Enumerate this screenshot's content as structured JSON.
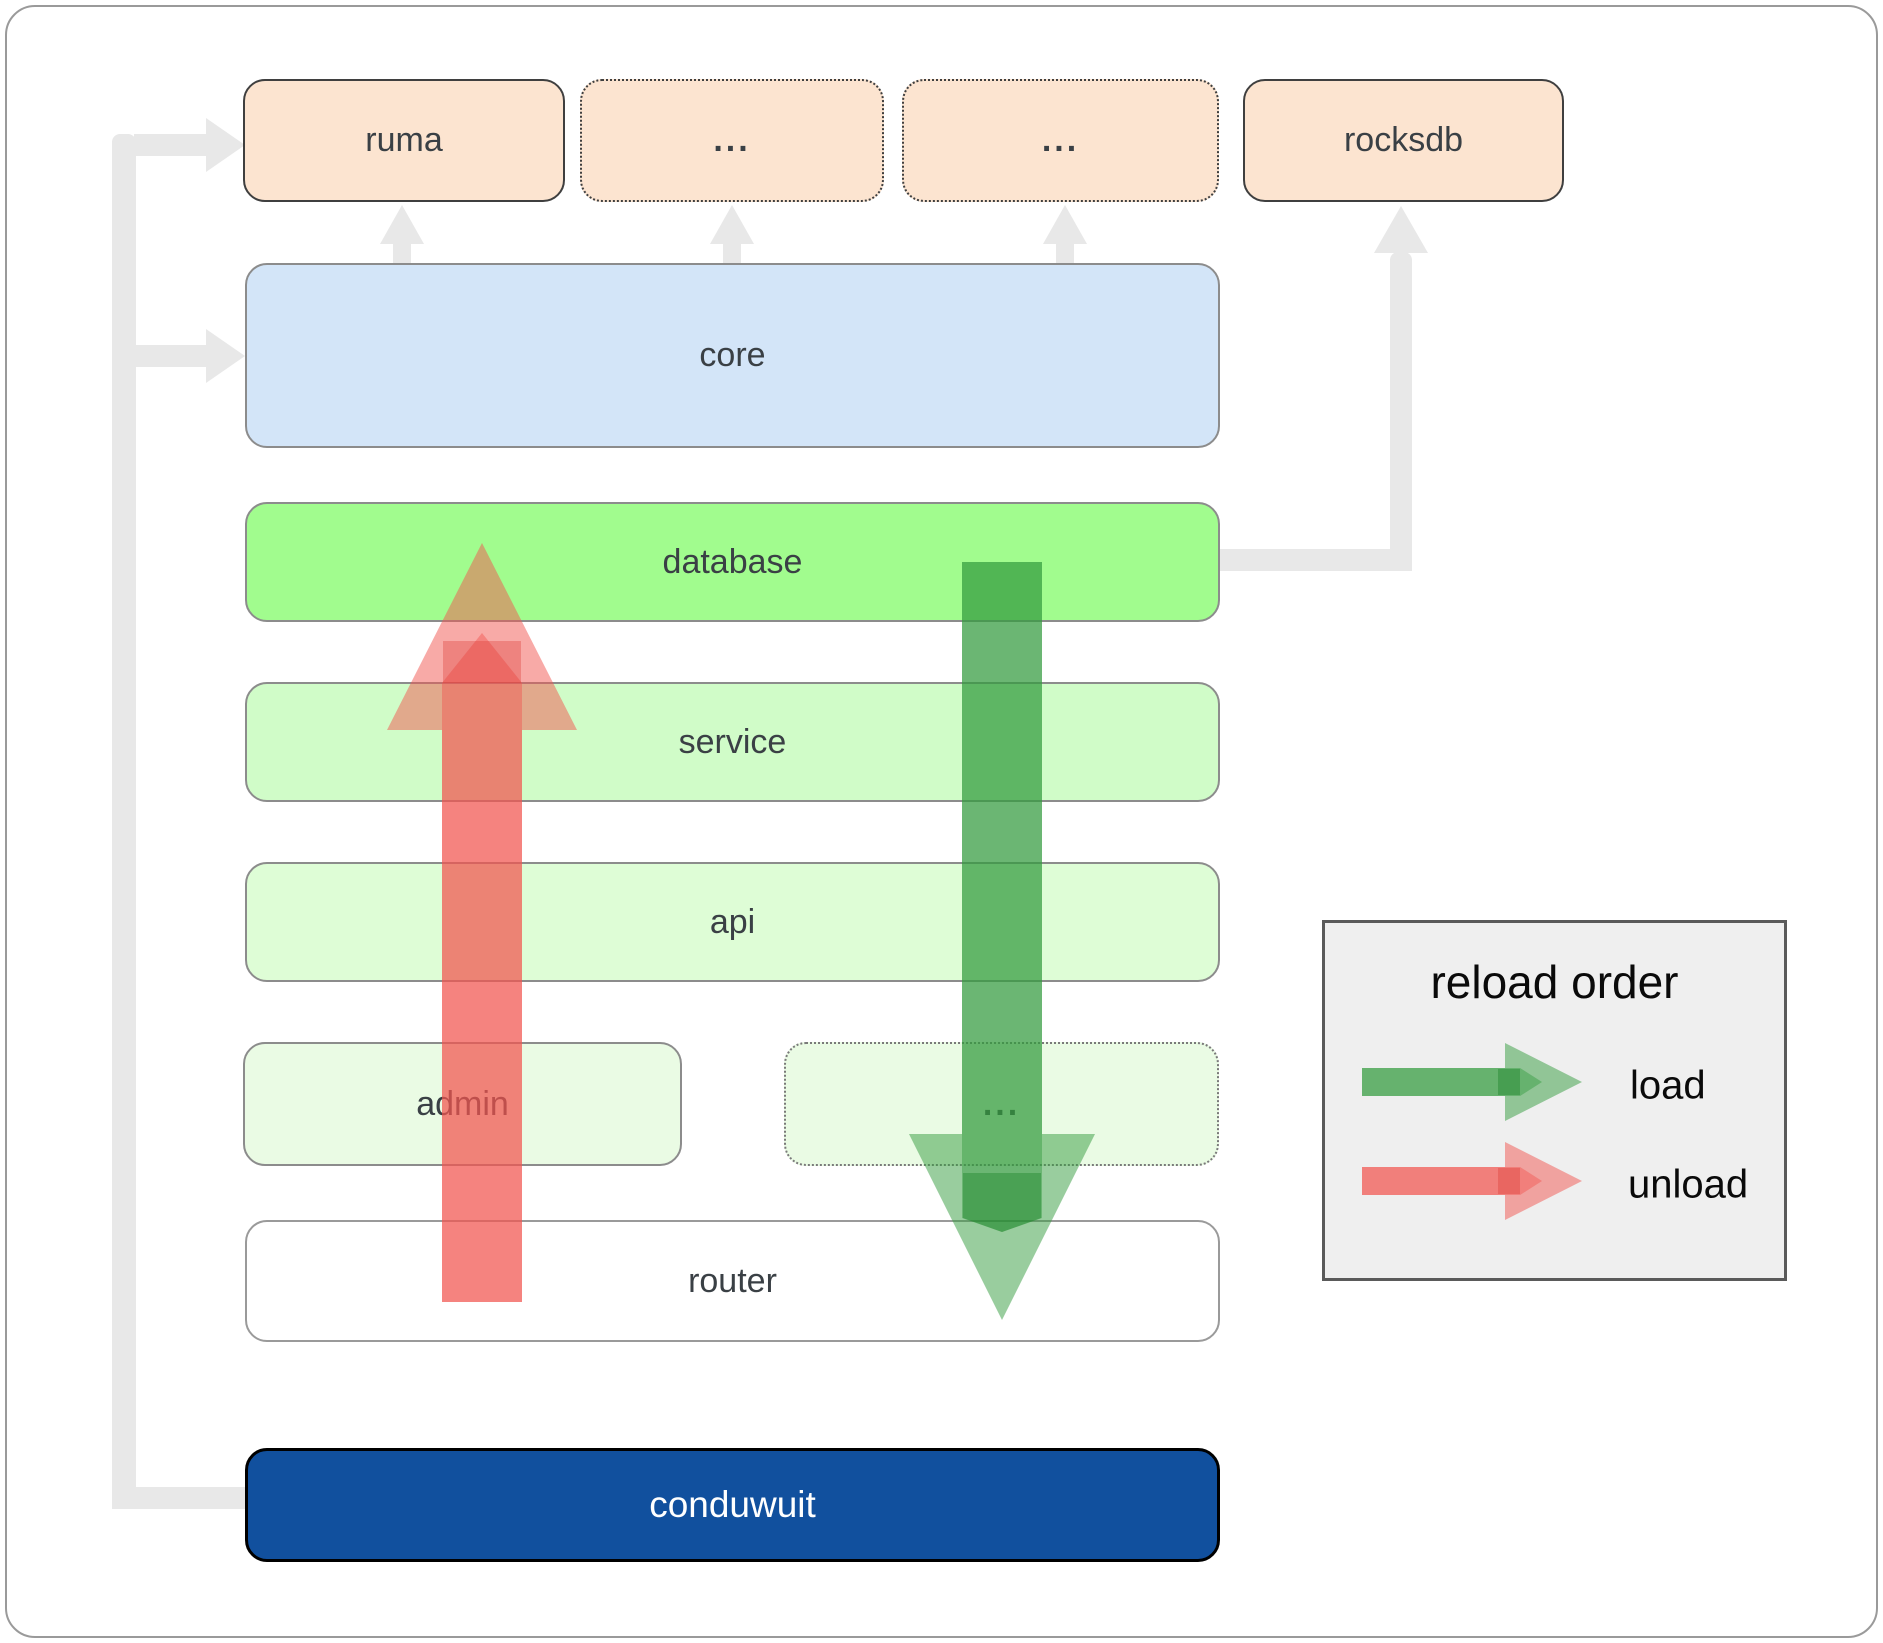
{
  "boxes": {
    "ruma": {
      "label": "ruma",
      "fill": "#fce4d0",
      "border": "#3f3f3f"
    },
    "dots_top_1": {
      "label": "...",
      "fill": "#fce4d0",
      "border": "#3f3f3f"
    },
    "dots_top_2": {
      "label": "...",
      "fill": "#fce4d0",
      "border": "#3f3f3f"
    },
    "rocksdb": {
      "label": "rocksdb",
      "fill": "#fce4d0",
      "border": "#3f3f3f"
    },
    "core": {
      "label": "core",
      "fill": "#d3e5f8",
      "border": "#8c8c8c"
    },
    "database": {
      "label": "database",
      "fill": "#a1fc8e",
      "border": "#8c8c8c"
    },
    "service": {
      "label": "service",
      "fill": "#d0fcc8",
      "border": "#8c8c8c"
    },
    "api": {
      "label": "api",
      "fill": "#defdd6",
      "border": "#8c8c8c"
    },
    "admin": {
      "label": "admin",
      "fill": "#eafbe4",
      "border": "#8c8c8c"
    },
    "dots_admin": {
      "label": "...",
      "fill": "#eafbe4",
      "border": "#7a7a7a"
    },
    "router": {
      "label": "router",
      "fill": "#ffffff",
      "border": "#9a9a9a"
    },
    "conduwuit": {
      "label": "conduwuit",
      "fill": "#11509e",
      "border": "#000000",
      "text_color": "#ffffff"
    }
  },
  "legend": {
    "title": "reload order",
    "items": [
      {
        "label": "load",
        "color": "#339b3e"
      },
      {
        "label": "unload",
        "color": "#f25550"
      }
    ]
  },
  "arrows": {
    "load": {
      "name": "load",
      "color": "#339b3e",
      "dark": "#157f22"
    },
    "unload": {
      "name": "unload",
      "color": "#f25550",
      "dark": "#d9312c"
    },
    "connector_color": "#e8e8e8"
  },
  "text_color": "#3a4045"
}
